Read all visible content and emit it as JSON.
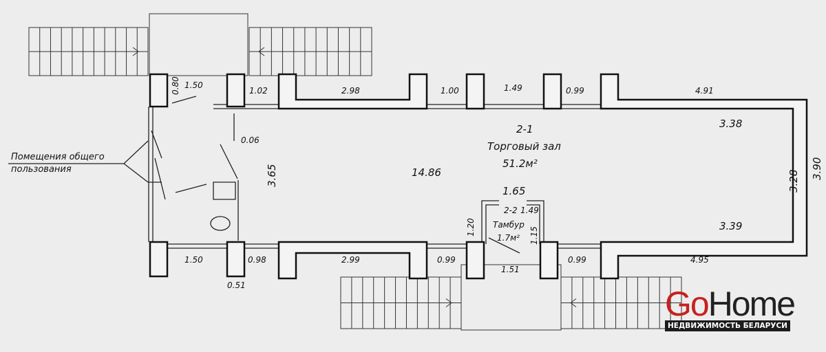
{
  "room_main": {
    "code": "2-1",
    "name": "Торговый зал",
    "area": "51.2м²"
  },
  "room_vestibule": {
    "code": "2-2",
    "name": "Тамбур",
    "area": "1.7м²"
  },
  "common_label": {
    "line1": "Помещения общего",
    "line2": "пользования"
  },
  "dims": {
    "d080": "0.80",
    "d150t": "1.50",
    "d102": "1.02",
    "d298": "2.98",
    "d100": "1.00",
    "d149": "1.49",
    "d099t": "0.99",
    "d491": "4.91",
    "d006": "0.06",
    "d338": "3.38",
    "d365": "3.65",
    "d1486": "14.86",
    "d328": "3.28",
    "d390": "3.90",
    "d165": "1.65",
    "d149v": "1.49",
    "d120": "1.20",
    "d115": "1.15",
    "d339": "3.39",
    "d150b": "1.50",
    "d098": "0.98",
    "d299": "2.99",
    "d099a": "0.99",
    "d151": "1.51",
    "d099b": "0.99",
    "d495": "4.95",
    "d051": "0.51"
  },
  "logo": {
    "go": "Go",
    "home": "Home",
    "tagline": "НЕДВИЖИМОСТЬ БЕЛАРУСИ"
  }
}
